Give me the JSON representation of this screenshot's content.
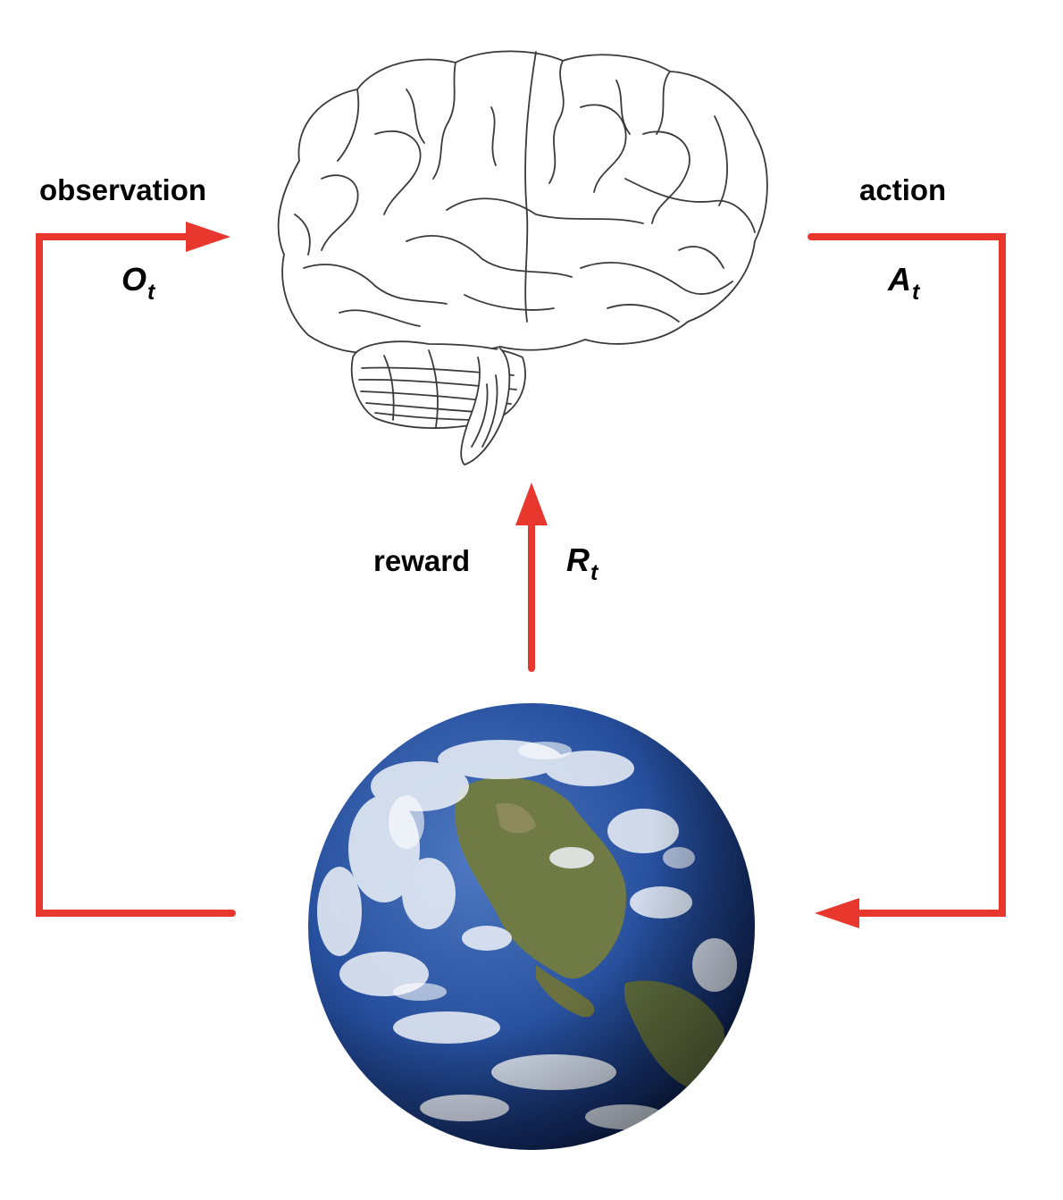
{
  "observation": {
    "label": "observation",
    "symbol": "O",
    "subscript": "t"
  },
  "action": {
    "label": "action",
    "symbol": "A",
    "subscript": "t"
  },
  "reward": {
    "label": "reward",
    "symbol": "R",
    "subscript": "t"
  },
  "colors": {
    "arrow": "#e8382e",
    "text": "#000000",
    "brain_line": "#3a3a3a",
    "ocean": "#1d3f86",
    "land": "#6f7a45"
  }
}
